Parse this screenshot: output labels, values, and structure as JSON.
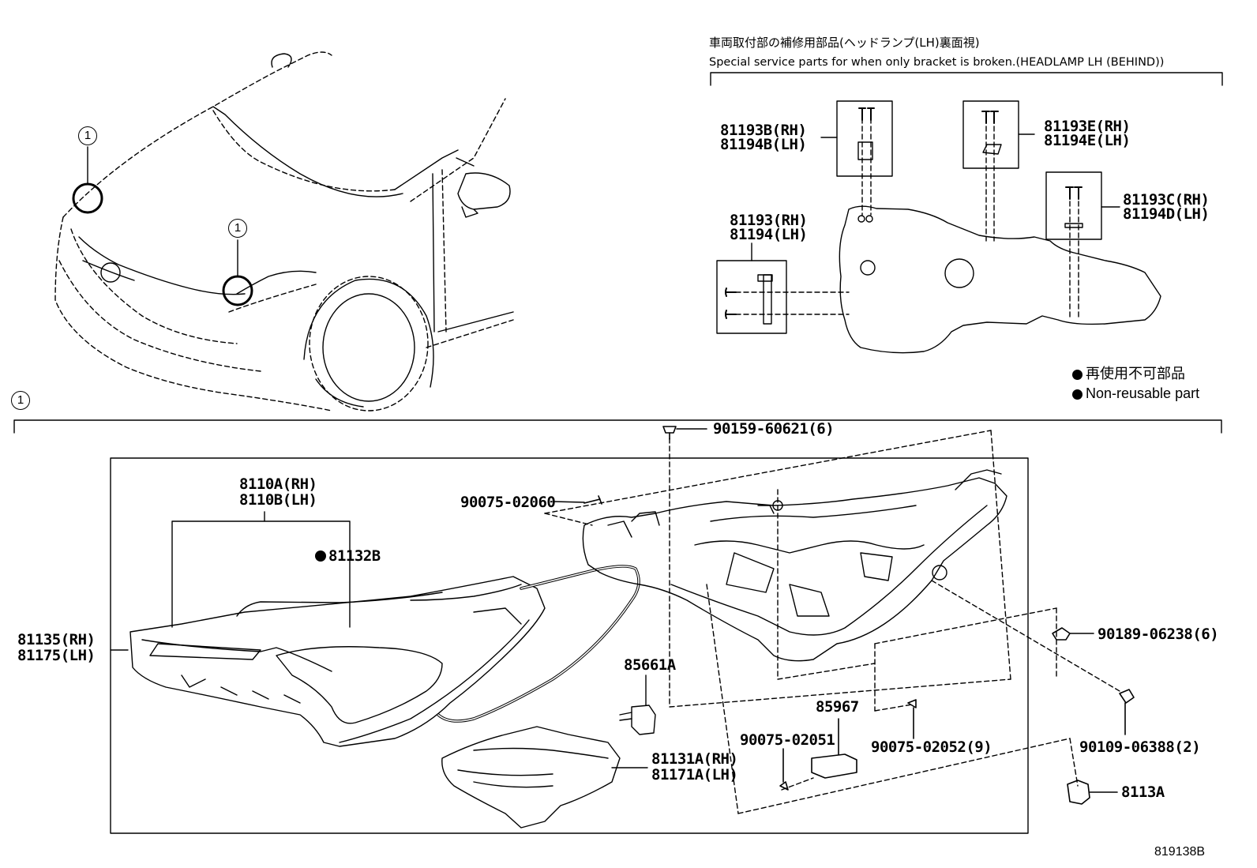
{
  "header": {
    "title_jp": "車両取付部の補修用部品(ヘッドランプ(LH)裏面視)",
    "title_en": "Special service parts for when only bracket is broken.(HEADLAMP LH (BEHIND))"
  },
  "legend": {
    "jp": "再使用不可部品",
    "en": "Non-reusable part"
  },
  "callout": "1",
  "diagram_id": "819138B",
  "parts": {
    "p81193B": "81193B(RH)",
    "p81194B": "81194B(LH)",
    "p81193E": "81193E(RH)",
    "p81194E": "81194E(LH)",
    "p81193C": "81193C(RH)",
    "p81194D": "81194D(LH)",
    "p81193": "81193(RH)",
    "p81194": "81194(LH)",
    "p90159": "90159-60621(6)",
    "p8110A": "8110A(RH)",
    "p8110B": "8110B(LH)",
    "p81132B": "81132B",
    "p90075_02060": "90075-02060",
    "p81135": "81135(RH)",
    "p81175": "81175(LH)",
    "p90189": "90189-06238(6)",
    "p85661A": "85661A",
    "p85967": "85967",
    "p90075_02051": "90075-02051",
    "p90075_02052": "90075-02052(9)",
    "p90109": "90109-06388(2)",
    "p81131A": "81131A(RH)",
    "p81171A": "81171A(LH)",
    "p8113A": "8113A"
  }
}
